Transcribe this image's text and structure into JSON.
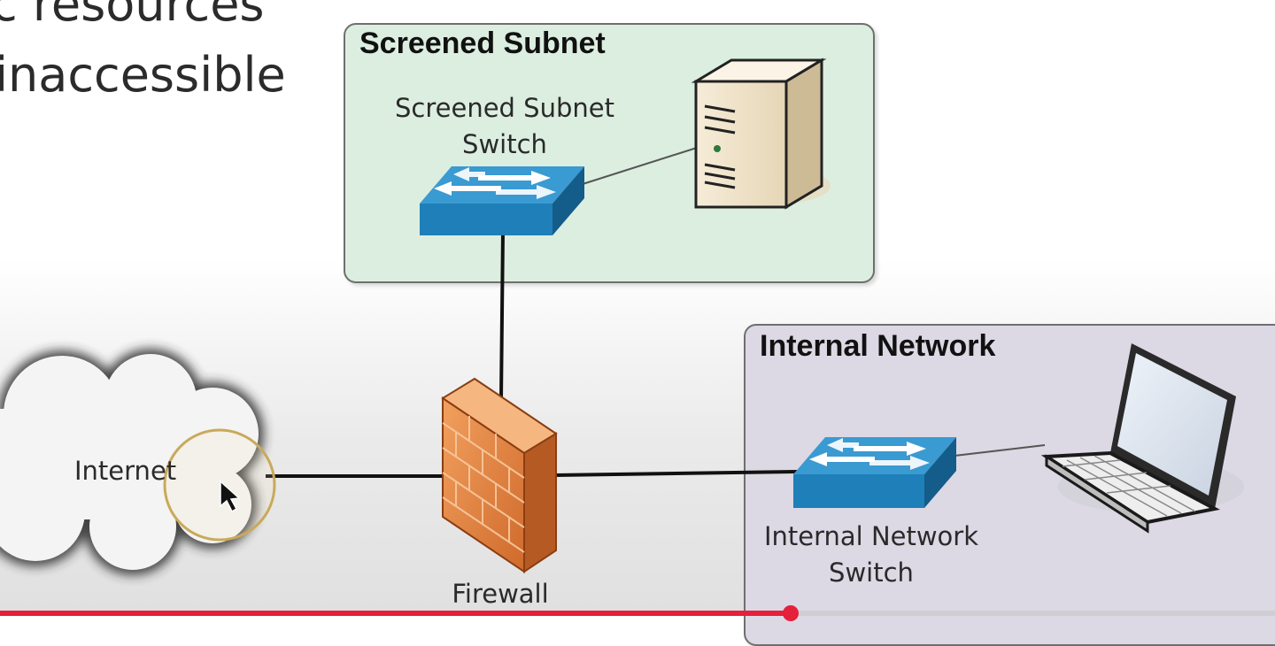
{
  "slide": {
    "line1": "c resources",
    "line2": "inaccessible"
  },
  "diagram": {
    "screened_subnet": {
      "title": "Screened Subnet",
      "switch_label_line1": "Screened Subnet",
      "switch_label_line2": "Switch"
    },
    "internal_network": {
      "title": "Internal Network",
      "switch_label_line1": "Internal Network",
      "switch_label_line2": "Switch"
    },
    "internet_label": "Internet",
    "firewall_label": "Firewall",
    "colors": {
      "screened_panel": "#dceee0",
      "internal_panel": "#dcd8e4",
      "switch_blue": "#1f7fb8",
      "firewall_orange": "#e47f3a",
      "server_beige": "#f1e5cf"
    }
  },
  "video": {
    "progress_fraction": 0.62
  }
}
